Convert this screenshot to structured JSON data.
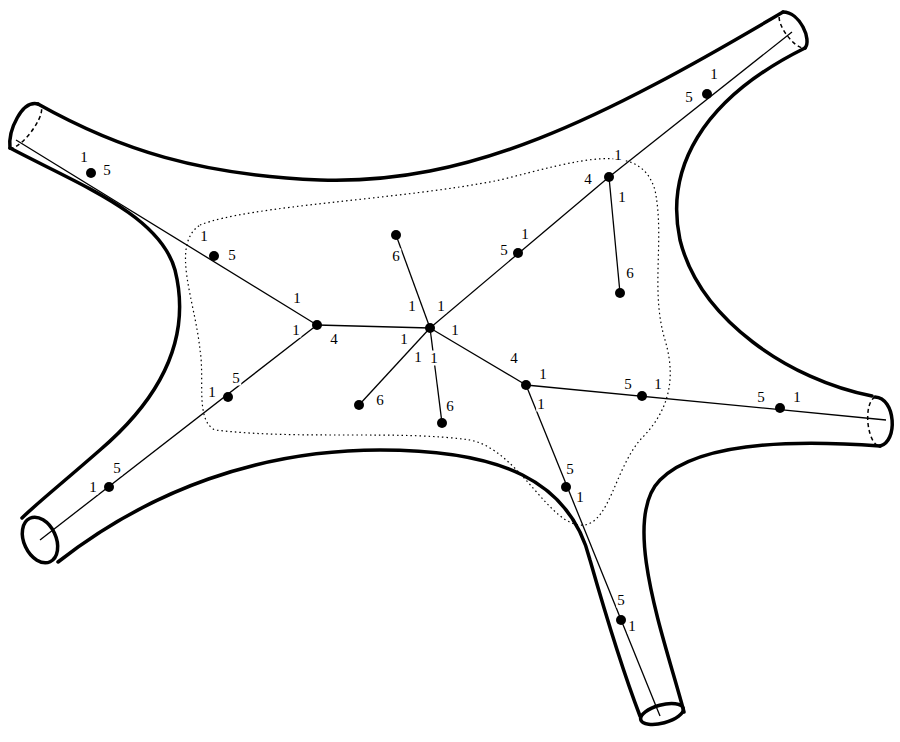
{
  "diagram": {
    "labels": [
      "1",
      "5",
      "1",
      "5",
      "1",
      "1",
      "4",
      "1",
      "5",
      "1",
      "5",
      "6",
      "1",
      "1",
      "1",
      "1",
      "1",
      "1",
      "6",
      "6",
      "5",
      "1",
      "4",
      "1",
      "1",
      "6",
      "5",
      "1",
      "4",
      "1",
      "1",
      "5",
      "1",
      "5",
      "1",
      "5",
      "1",
      "5",
      "1"
    ]
  }
}
